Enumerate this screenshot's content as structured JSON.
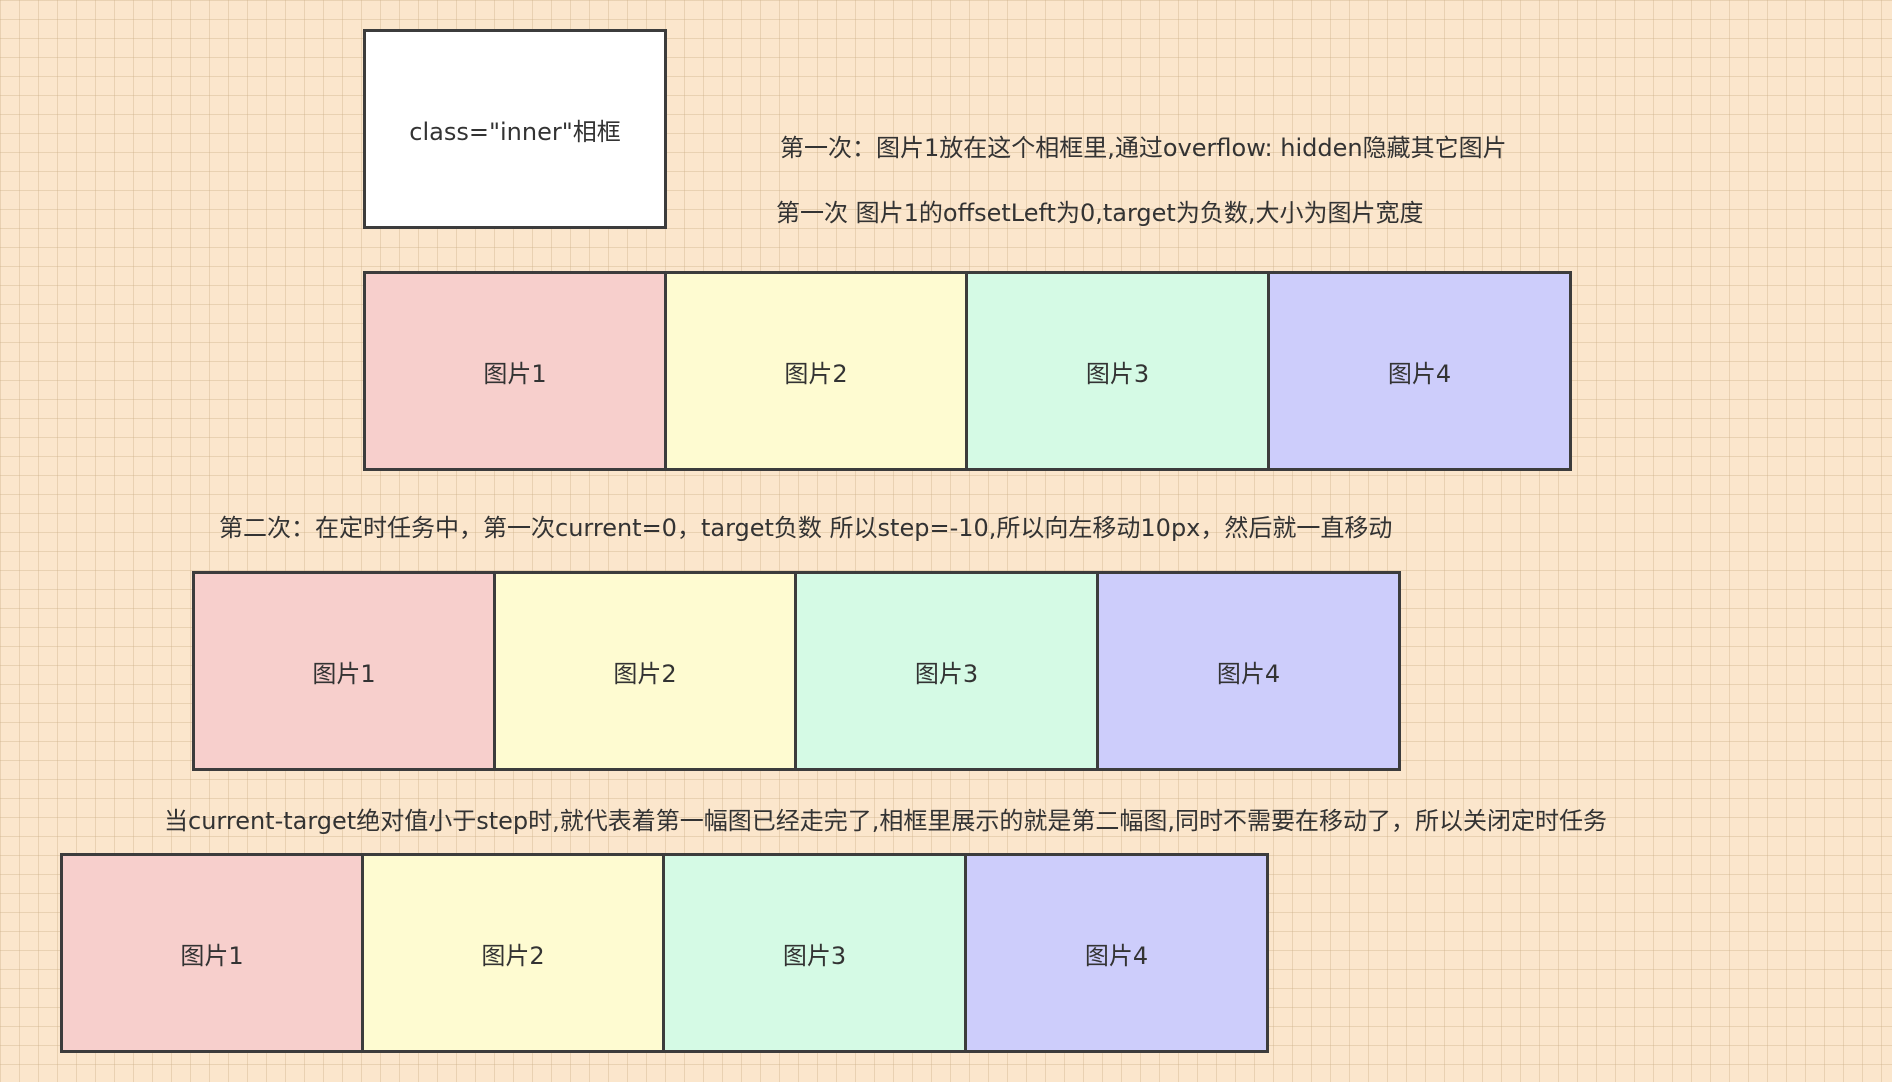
{
  "frame": {
    "label": "class=\"inner\"相框",
    "color": "#ffffff"
  },
  "notes": {
    "first_a": "第一次：图片1放在这个相框里,通过overflow: hidden隐藏其它图片",
    "first_b": "第一次 图片1的offsetLeft为0,target为负数,大小为图片宽度",
    "second": "第二次：在定时任务中，第一次current=0，target负数 所以step=-10,所以向左移动10px，然后就一直移动",
    "third": "当current-target绝对值小于step时,就代表着第一幅图已经走完了,相框里展示的就是第二幅图,同时不需要在移动了，所以关闭定时任务"
  },
  "images": [
    {
      "label": "图片1",
      "color": "#f7cfcc"
    },
    {
      "label": "图片2",
      "color": "#fefbd1"
    },
    {
      "label": "图片3",
      "color": "#d5fae5"
    },
    {
      "label": "图片4",
      "color": "#cdcdfb"
    }
  ],
  "colors": {
    "background": "#fbe6cc",
    "border": "#3c3c3c",
    "text": "#333333"
  }
}
